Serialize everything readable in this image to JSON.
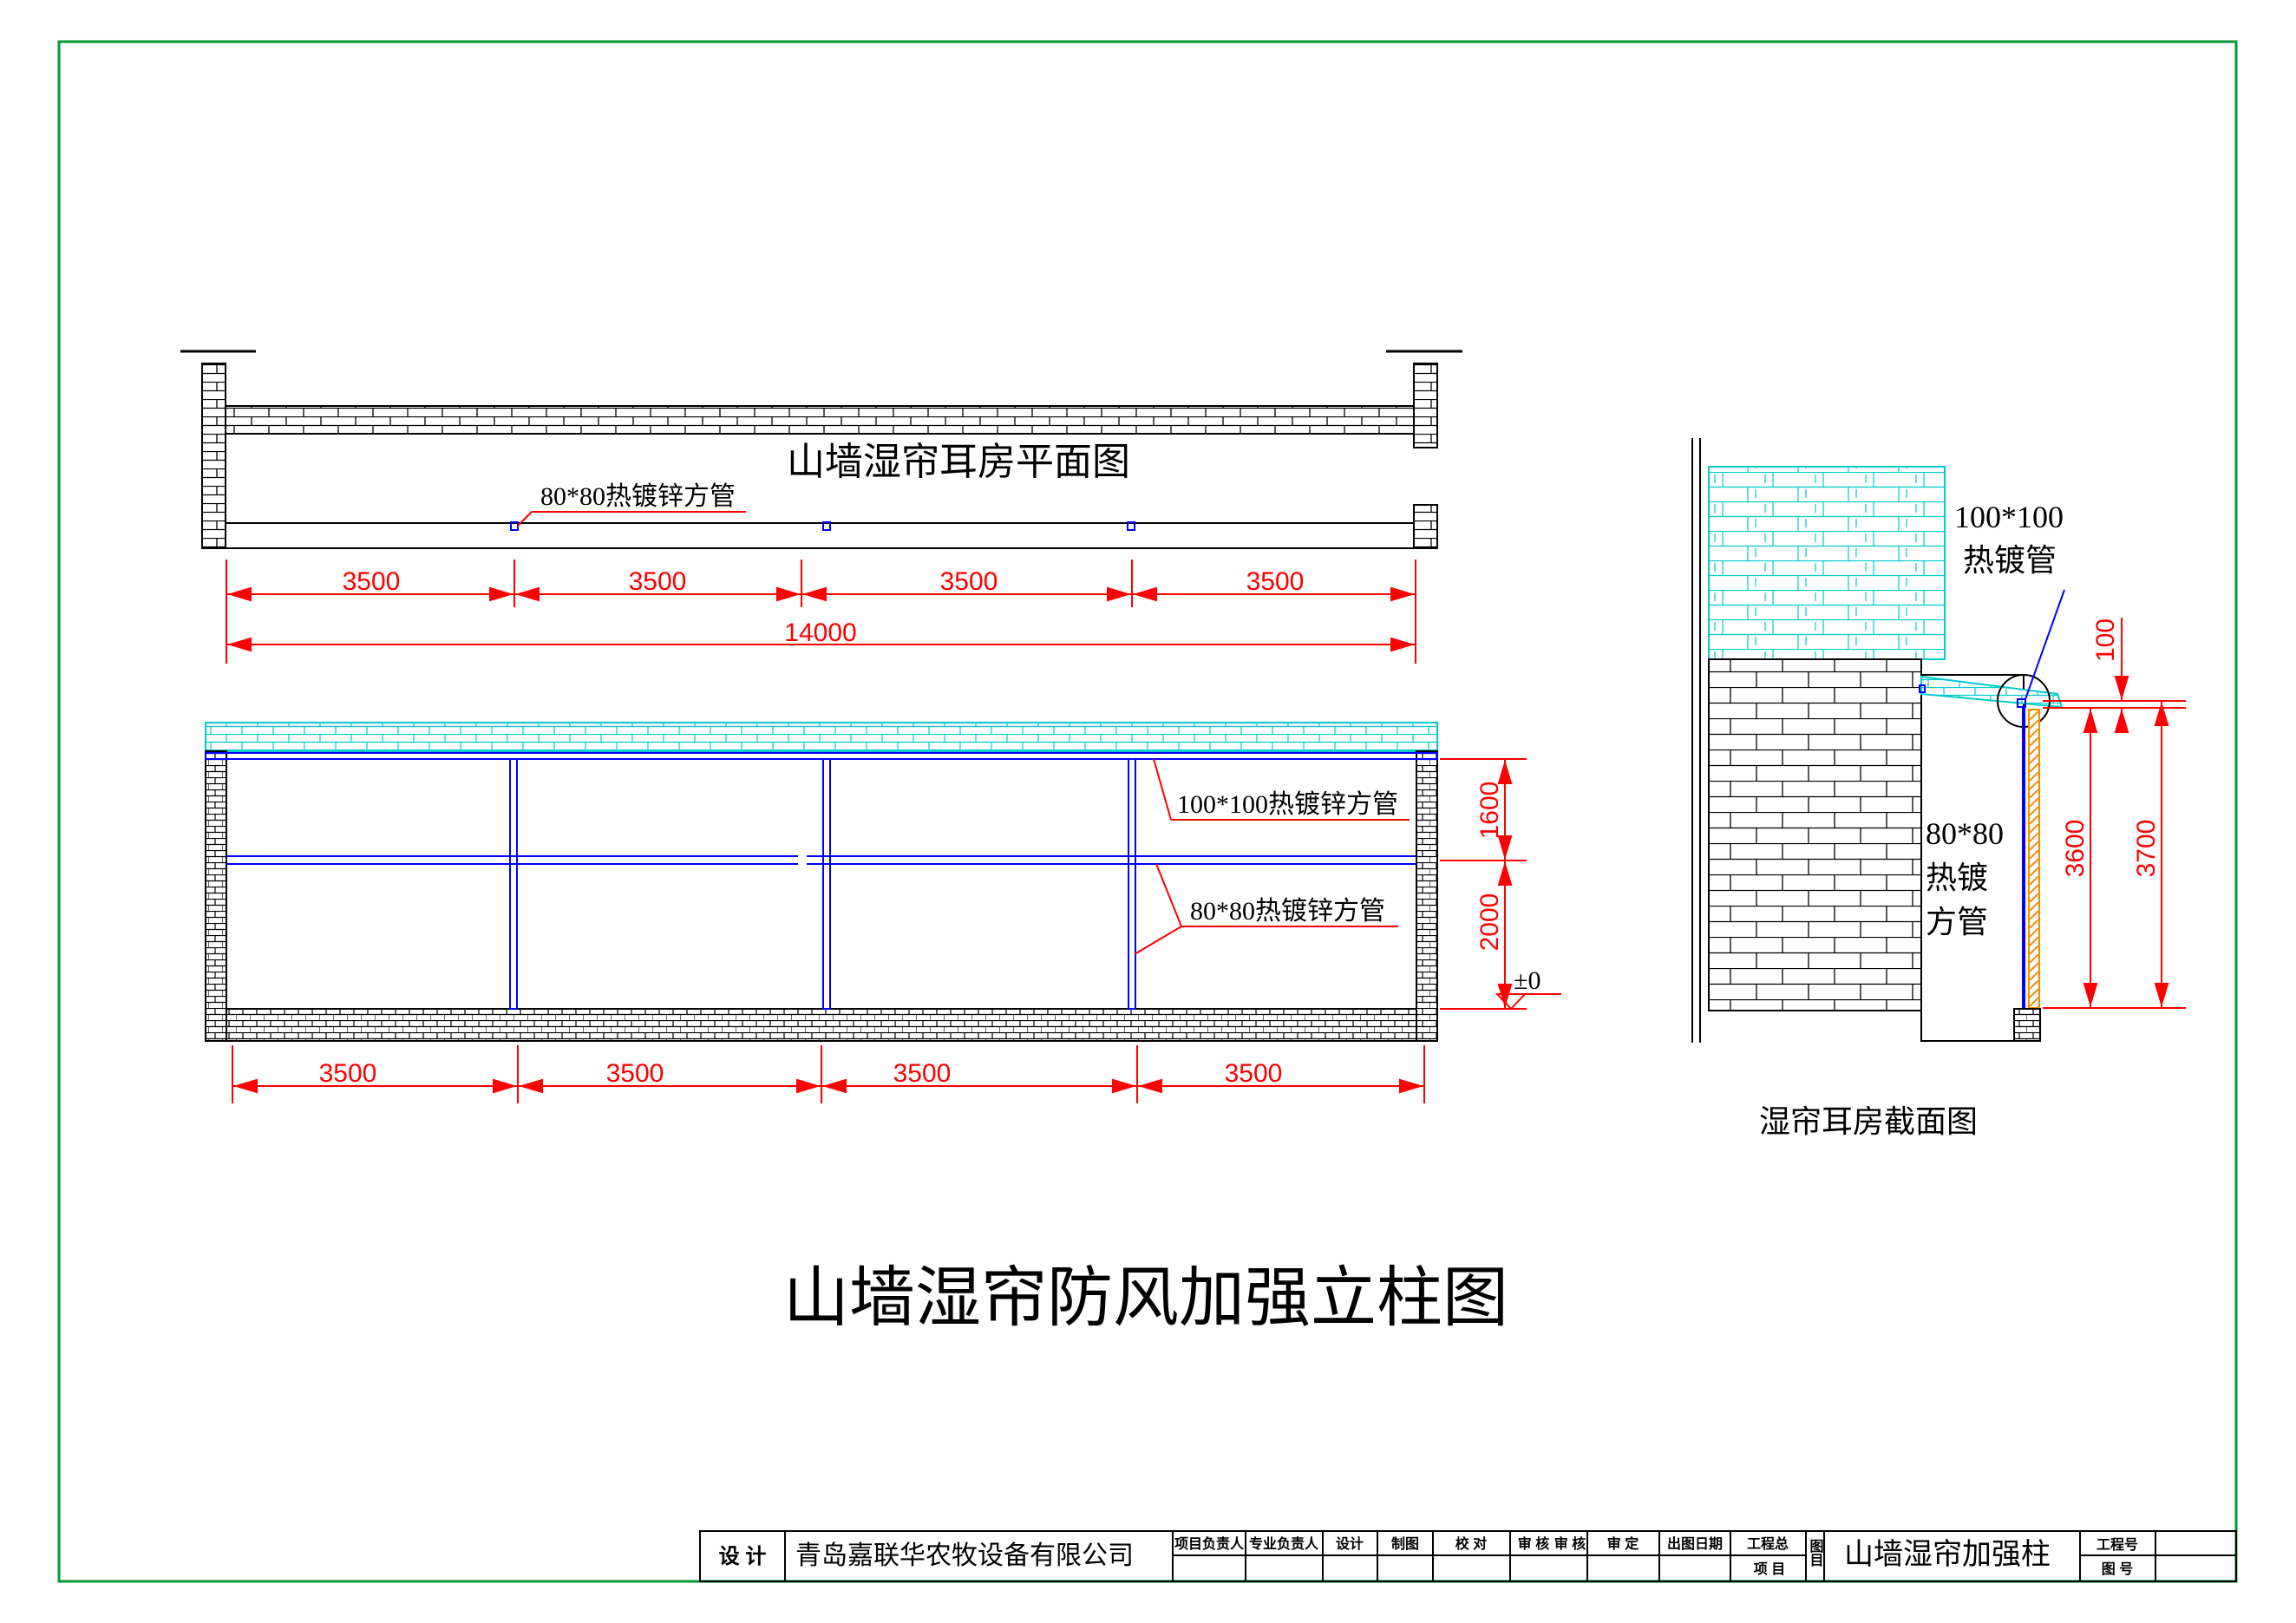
{
  "drawing": {
    "main_title": "山墙湿帘防风加强立柱图",
    "plan_title": "山墙湿帘耳房平面图",
    "section_title": "湿帘耳房截面图"
  },
  "plan": {
    "pipe_label": "80*80热镀锌方管",
    "bays": [
      "3500",
      "3500",
      "3500",
      "3500"
    ],
    "total": "14000"
  },
  "elevation": {
    "top_pipe_label": "100*100热镀锌方管",
    "mid_pipe_label": "80*80热镀锌方管",
    "heights": [
      "1600",
      "2000"
    ],
    "level_mark": "±0",
    "bays": [
      "3500",
      "3500",
      "3500",
      "3500"
    ]
  },
  "section": {
    "top_pipe_label_1": "100*100",
    "top_pipe_label_2": "热镀管",
    "col_label_1": "80*80",
    "col_label_2": "热镀",
    "col_label_3": "方管",
    "dim_100": "100",
    "dim_3600": "3600",
    "dim_3700": "3700"
  },
  "title_block": {
    "design_label": "设 计",
    "company": "青岛嘉联华农牧设备有限公司",
    "roles": [
      "项目负责人",
      "专业负责人",
      "设计",
      "制图",
      "校 对",
      "审 核",
      "审 核",
      "审 定",
      "出图日期",
      "工程总"
    ],
    "project_label": "项 目",
    "sheet_label": "图目",
    "drawing_name": "山墙湿帘加强柱",
    "job_no_label": "工程号",
    "drawing_no_label": "图 号"
  },
  "colors": {
    "frame": "#009933",
    "wall": "#000000",
    "dimension": "#ff0000",
    "steel": "#0000ff",
    "pad": "#00cccc",
    "timber": "#ff8800"
  }
}
